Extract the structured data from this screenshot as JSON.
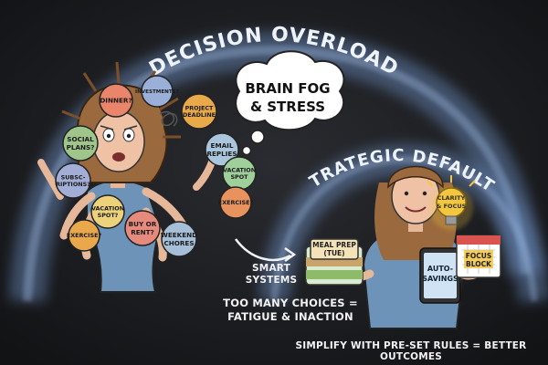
{
  "title": "DECISION OVERLOAD",
  "subtitle": "STRATEGIC DEFAULTS",
  "thought_bubble": [
    "BRAIN FOG",
    "& STRESS"
  ],
  "choices": [
    {
      "id": "dinner",
      "lines": [
        "DINNER?"
      ],
      "color": "#e8856a"
    },
    {
      "id": "investments",
      "lines": [
        "INVESTMENTS?"
      ],
      "color": "#9ab0d8"
    },
    {
      "id": "project-deadline",
      "lines": [
        "PROJECT",
        "DEADLINE"
      ],
      "color": "#e8a94a"
    },
    {
      "id": "social-plans",
      "lines": [
        "SOCIAL",
        "PLANS?"
      ],
      "color": "#9fc58a"
    },
    {
      "id": "email-replies",
      "lines": [
        "EMAIL",
        "REPLIES"
      ],
      "color": "#a9c6dc"
    },
    {
      "id": "subscriptions",
      "lines": [
        "SUBSC-",
        "RIPTIONS?"
      ],
      "color": "#a2aed6"
    },
    {
      "id": "vacation-spot-right",
      "lines": [
        "VACATION",
        "SPOT"
      ],
      "color": "#9fcf9a"
    },
    {
      "id": "vacation-spot-left",
      "lines": [
        "VACATION",
        "SPOT?"
      ],
      "color": "#ecd27a"
    },
    {
      "id": "buy-or-rent",
      "lines": [
        "BUY OR",
        "RENT?"
      ],
      "color": "#e58a7c"
    },
    {
      "id": "exercise-right",
      "lines": [
        "EXERCISE?"
      ],
      "color": "#e8935e"
    },
    {
      "id": "exercise-left",
      "lines": [
        "EXERCISE?"
      ],
      "color": "#e9a84c"
    },
    {
      "id": "weekend-chores",
      "lines": [
        "WEEKEND",
        "CHORES"
      ],
      "color": "#a6bfd8"
    }
  ],
  "caption_left": [
    "TOO MANY CHOICES =",
    "FATIGUE & INACTION"
  ],
  "arrow_label": [
    "SMART",
    "SYSTEMS"
  ],
  "defaults": {
    "meal_prep": [
      "MEAL PREP",
      "(TUE)"
    ],
    "auto_savings": [
      "AUTO-",
      "SAVINGS"
    ],
    "focus_block": [
      "FOCUS",
      "BLOCK"
    ],
    "clarity": [
      "CLARITY",
      "& FOCUS"
    ]
  },
  "caption_bottom": "SIMPLIFY WITH PRE-SET RULES = BETTER OUTCOMES",
  "colors": {
    "background": "#1c1d20",
    "arc_glow": "#6f93c8",
    "shirt": "#6d93b8",
    "hair": "#9a6a3e",
    "bulb": "#f3c63f",
    "text": "#f2f2f2"
  }
}
